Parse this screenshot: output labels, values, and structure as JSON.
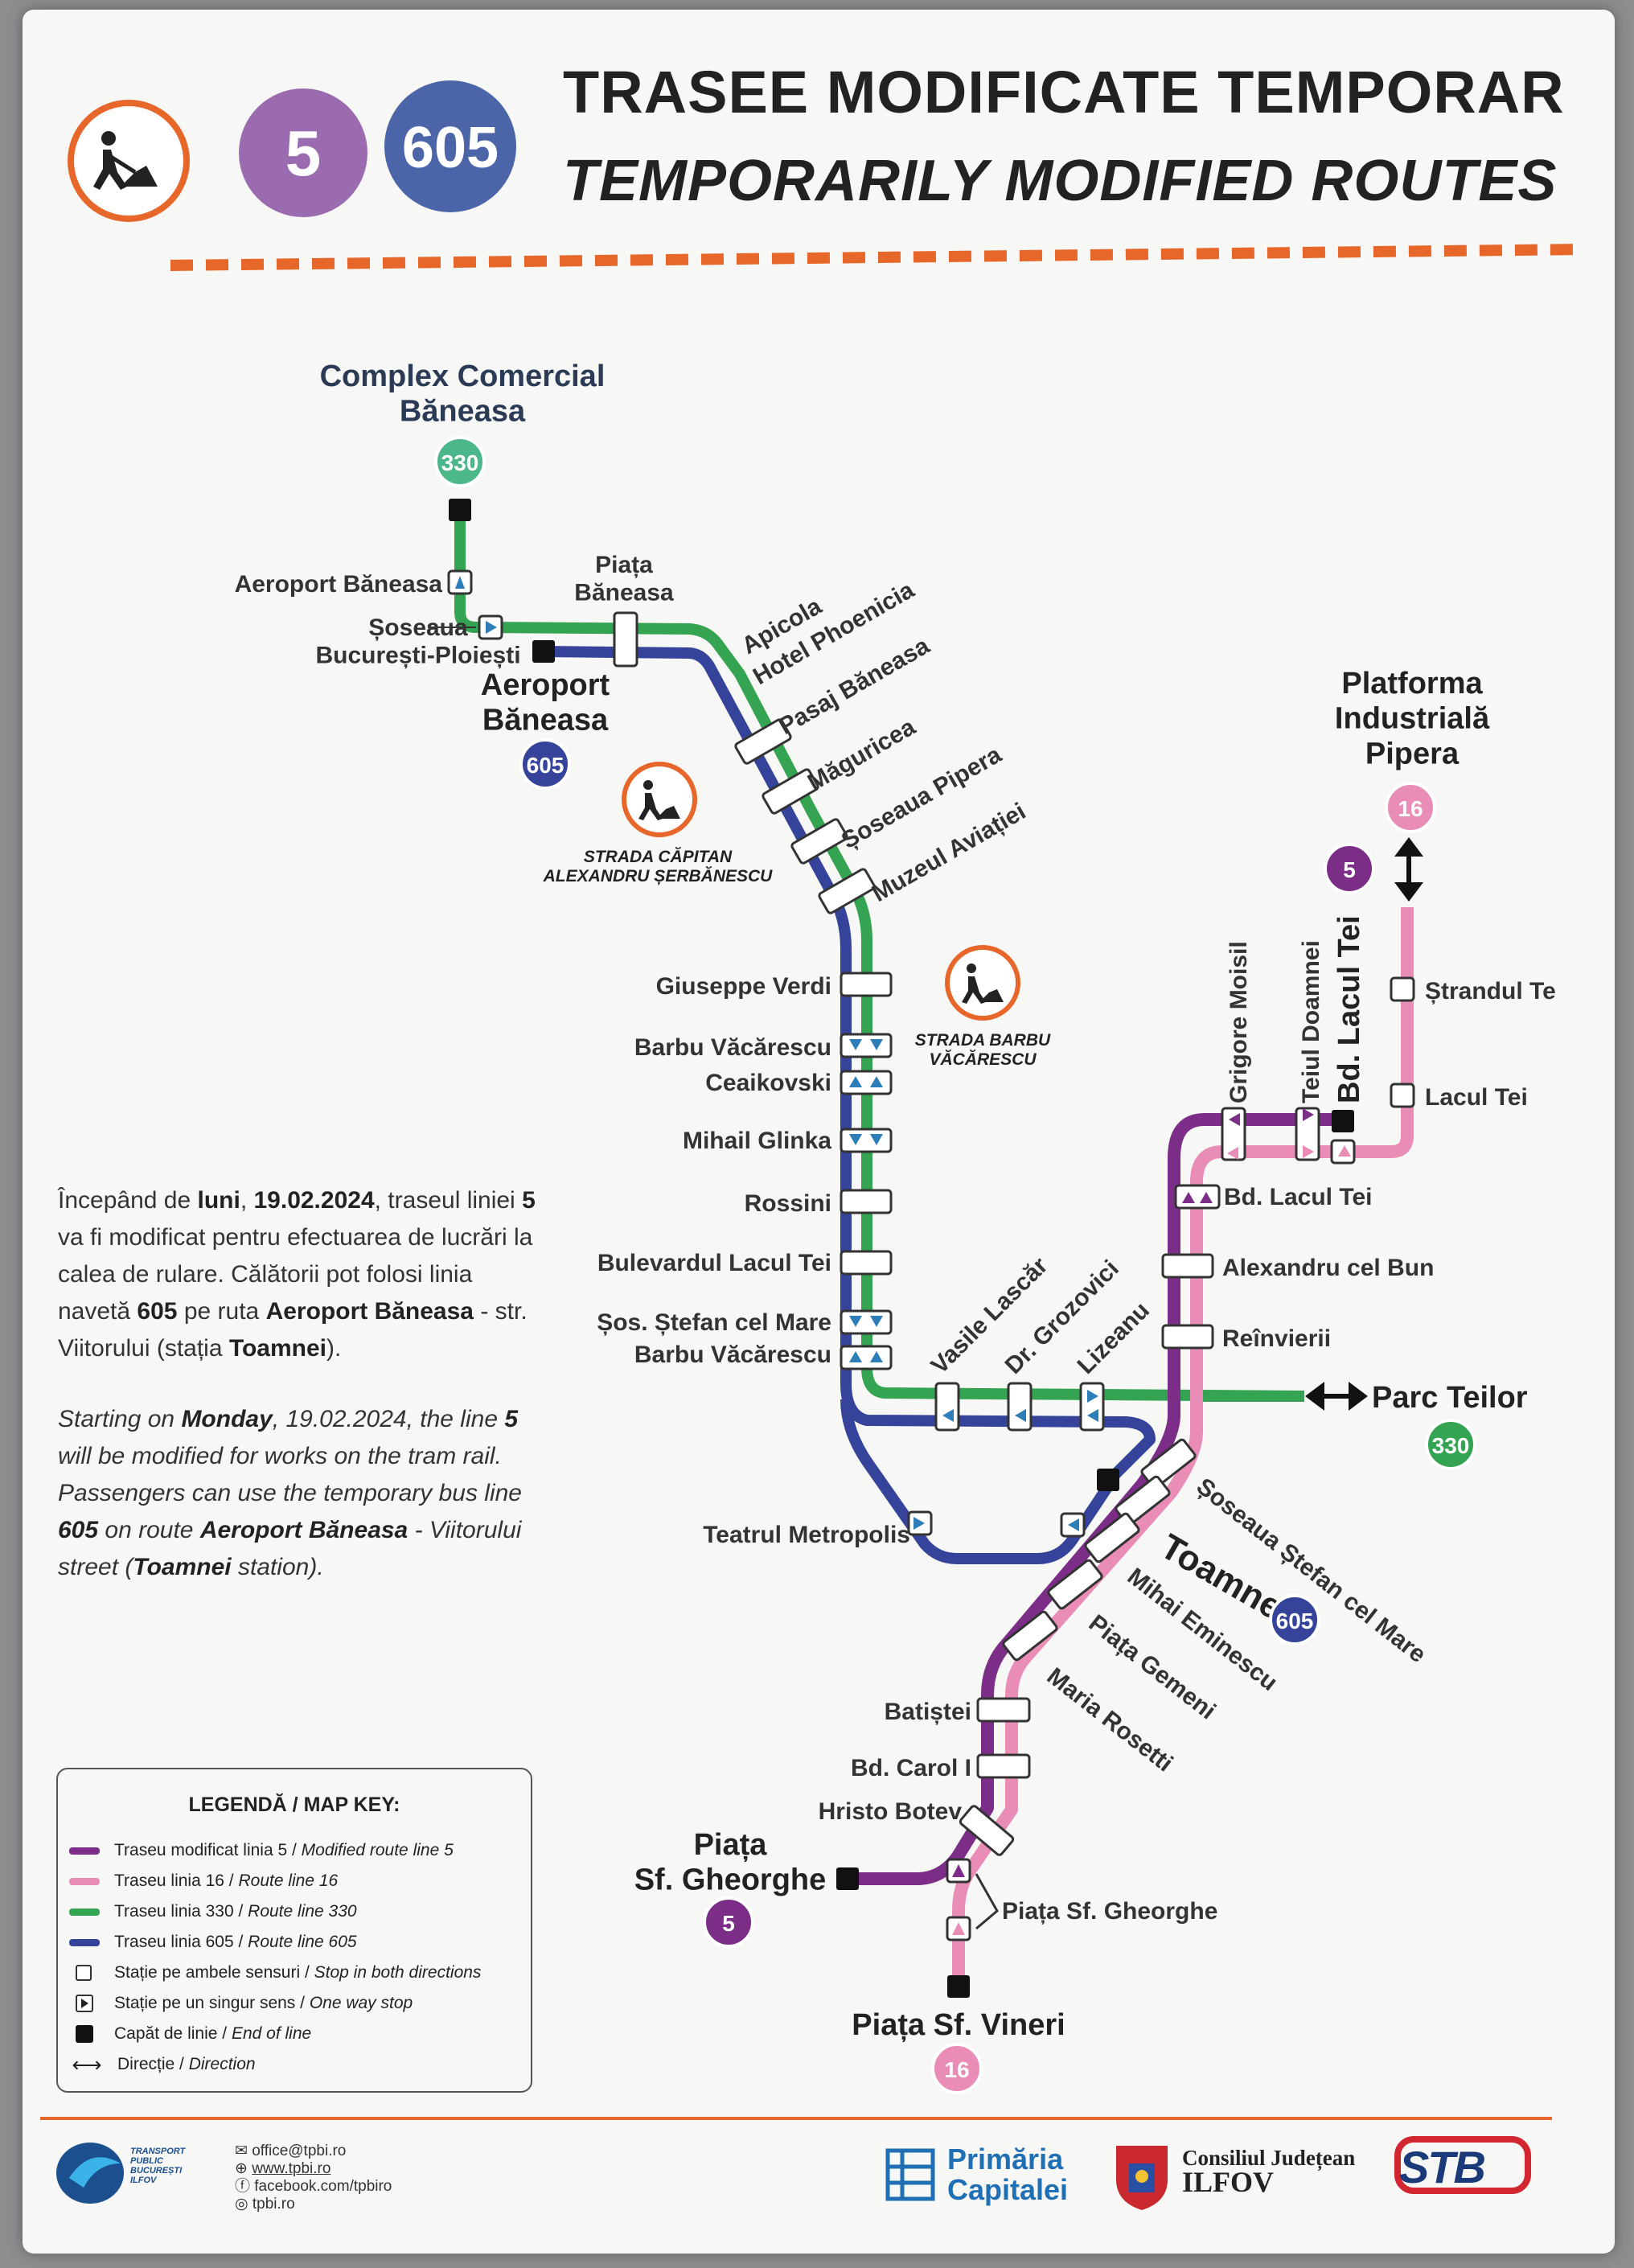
{
  "header": {
    "title_ro": "TRASEE MODIFICATE TEMPORAR",
    "title_en": "TEMPORARILY MODIFIED ROUTES",
    "badge_line5": "5",
    "badge_line605": "605"
  },
  "colors": {
    "line5": "#7b2d87",
    "line16": "#e98db6",
    "line330": "#35a452",
    "line605": "#35449a",
    "accent": "#e7672a"
  },
  "icons": [
    "roadworks-icon",
    "direction-arrow-icon",
    "end-of-line-icon"
  ],
  "termini": {
    "complex": "Complex Comercial\nBăneasa",
    "complex_badge": "330",
    "aeroport": "Aeroport\nBăneasa",
    "aeroport_badge": "605",
    "platforma": "Platforma\nIndustrială\nPipera",
    "platforma_badge": "16",
    "platforma_badge5": "5",
    "parc_teilor": "Parc Teilor",
    "parc_badge": "330",
    "toamnei": "Toamnei",
    "toamnei_badge": "605",
    "sf_gheorghe": "Piața\nSf. Gheorghe",
    "sf_gheorghe_badge": "5",
    "sf_vineri": "Piața Sf. Vineri",
    "sf_vineri_badge": "16"
  },
  "stops": {
    "aeroport_stop": "Aeroport Băneasa",
    "soseaua_bp": "Șoseaua\nBucurești-Ploiești",
    "piata_baneasa": "Piața\nBăneasa",
    "apicola": "Apicola",
    "hotel_phoenicia": "Hotel Phoenicia",
    "pasaj_baneasa": "Pasaj Băneasa",
    "maguricea": "Măguricea",
    "soseaua_pipera": "Șoseaua Pipera",
    "muzeul_aviatiei": "Muzeul Aviației",
    "giuseppe_verdi": "Giuseppe Verdi",
    "barbu_vacarescu_1": "Barbu Văcărescu",
    "ceaikovski": "Ceaikovski",
    "mihail_glinka": "Mihail Glinka",
    "rossini": "Rossini",
    "bulevardul_lacul_tei": "Bulevardul Lacul Tei",
    "sos_stefan_cel_mare": "Șos. Ștefan cel Mare",
    "barbu_vacarescu_2": "Barbu Văcărescu",
    "vasile_lascar": "Vasile Lascăr",
    "dr_grozovici": "Dr. Grozovici",
    "lizeanu": "Lizeanu",
    "teatrul_metropolis": "Teatrul Metropolis",
    "grigore_moisil": "Grigore Moisil",
    "teiul_doamnei": "Teiul Doamnei",
    "bd_lacul_tei_end": "Bd. Lacul Tei",
    "strandul_tei": "Ștrandul Te",
    "lacul_tei": "Lacul Tei",
    "bd_lacul_tei": "Bd. Lacul Tei",
    "alexandru_cel_bun": "Alexandru cel Bun",
    "reinvierii": "Reînvierii",
    "soseaua_stefan": "Șoseaua Ștefan cel Mare",
    "mihai_eminescu": "Mihai Eminescu",
    "piata_gemeni": "Piața Gemeni",
    "maria_rosetti": "Maria Rosetti",
    "batistei": "Batiștei",
    "bd_carol": "Bd. Carol I",
    "hristo_botev": "Hristo Botev",
    "piata_sf_gheorghe_stop": "Piața Sf. Gheorghe"
  },
  "roadworks": {
    "capitan": "STRADA CĂPITAN\nALEXANDRU ȘERBĂNESCU",
    "barbu": "STRADA BARBU\nVĂCĂRESCU"
  },
  "notice": {
    "ro_html": "Începând de <b>luni</b>, <b>19.02.2024</b>, traseul liniei <b>5</b> va fi modificat pentru efectuarea de lucrări la calea de rulare. Călătorii pot folosi linia navetă <b>605</b> pe ruta <b>Aeroport Băneasa</b> - str. Viitorului (stația <b>Toamnei</b>).",
    "en_html": "Starting on <b>Monday</b>, 19.02.2024, the line <b>5</b> will be modified for works on the tram rail. Passengers can use the temporary bus line <b>605</b> on route <b>Aeroport Băneasa</b> - Viitorului street (<b>Toamnei</b> station)."
  },
  "legend": {
    "title": "LEGENDĂ / MAP KEY:",
    "items": [
      {
        "kind": "line",
        "color": "#7b2d87",
        "ro": "Traseu modificat linia 5",
        "en": "Modified route line 5"
      },
      {
        "kind": "line",
        "color": "#e98db6",
        "ro": "Traseu linia 16",
        "en": "Route line 16"
      },
      {
        "kind": "line",
        "color": "#35a452",
        "ro": "Traseu linia 330",
        "en": "Route line 330"
      },
      {
        "kind": "line",
        "color": "#35449a",
        "ro": "Traseu linia 605",
        "en": "Route line 605"
      },
      {
        "kind": "box",
        "ro": "Stație pe ambele sensuri",
        "en": "Stop in both directions"
      },
      {
        "kind": "one",
        "ro": "Stație pe un singur sens",
        "en": "One way stop"
      },
      {
        "kind": "end",
        "ro": "Capăt de linie",
        "en": "End of line"
      },
      {
        "kind": "dir",
        "ro": "Direcție",
        "en": "Direction"
      }
    ]
  },
  "footer": {
    "tpbi_name": "TRANSPORT\nPUBLIC\nBUCUREȘTI\nILFOV",
    "email": "office@tpbi.ro",
    "web": "www.tpbi.ro",
    "facebook": "facebook.com/tpbiro",
    "instagram": "tpbi.ro",
    "primaria": "Primăria\nCapitalei",
    "consiliul_1": "Consiliul Județean",
    "consiliul_2": "ILFOV",
    "stb": "STB"
  }
}
